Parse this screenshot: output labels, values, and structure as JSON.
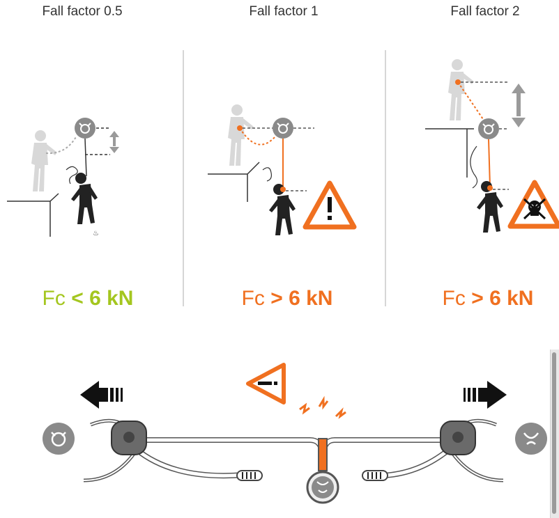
{
  "panels": [
    {
      "title": "Fall factor 0.5",
      "fc_prefix": "Fc",
      "fc_operator": "< 6 kN",
      "fc_color": "#a4c61f"
    },
    {
      "title": "Fall factor 1",
      "fc_prefix": "Fc",
      "fc_operator": "> 6 kN",
      "fc_color": "#f07020"
    },
    {
      "title": "Fall factor 2",
      "fc_prefix": "Fc",
      "fc_operator": "> 6 kN",
      "fc_color": "#f07020"
    }
  ],
  "colors": {
    "accent_orange": "#f07020",
    "accent_green": "#a4c61f",
    "ghost_figure": "#d8d8d8",
    "anchor_gray": "#8a8a8a",
    "figure_dark": "#222222"
  },
  "icons": {
    "panel_1": [
      "anchor-icon",
      "ghost-climber-icon",
      "falling-climber-icon",
      "distance-arrow-icon"
    ],
    "panel_2": [
      "anchor-icon",
      "ghost-climber-icon",
      "falling-climber-icon",
      "warning-icon"
    ],
    "panel_3": [
      "anchor-icon",
      "ghost-climber-icon",
      "falling-climber-icon",
      "danger-skull-icon"
    ],
    "bottom": [
      "arrow-left-icon",
      "arrow-right-icon",
      "minus-warning-icon",
      "spark-icon",
      "carabiner-icon",
      "lanyard-absorber-icon"
    ]
  }
}
